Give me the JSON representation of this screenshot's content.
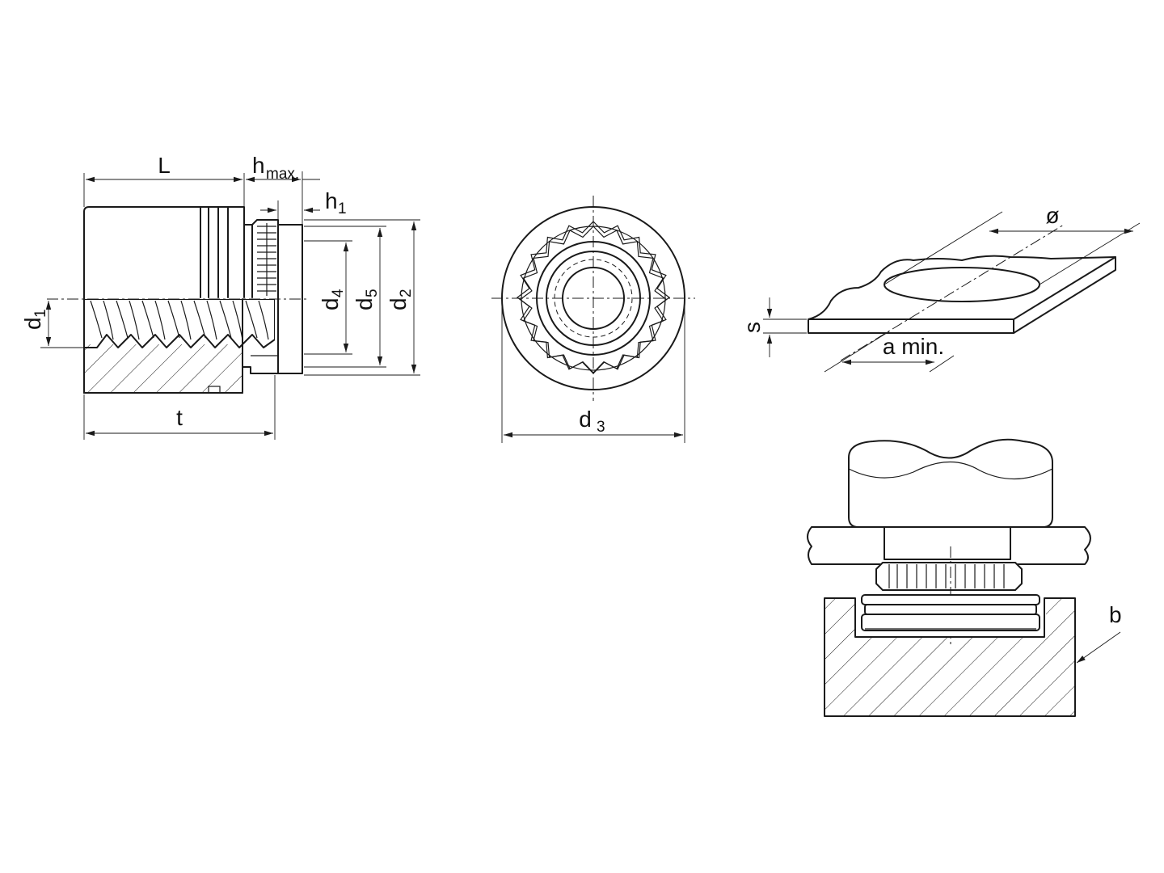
{
  "labels": {
    "L": "L",
    "h_max": "h",
    "h_max_sub": "max.",
    "h1": "h",
    "h1_sub": "1",
    "d1": "d",
    "d1_sub": "1",
    "d2": "d",
    "d2_sub": "2",
    "d4": "d",
    "d4_sub": "4",
    "d5": "d",
    "d5_sub": "5",
    "t": "t",
    "d3": "d",
    "d3_sub": "3",
    "diameter": "ø",
    "s": "s",
    "a_min": "a min.",
    "b": "b"
  }
}
